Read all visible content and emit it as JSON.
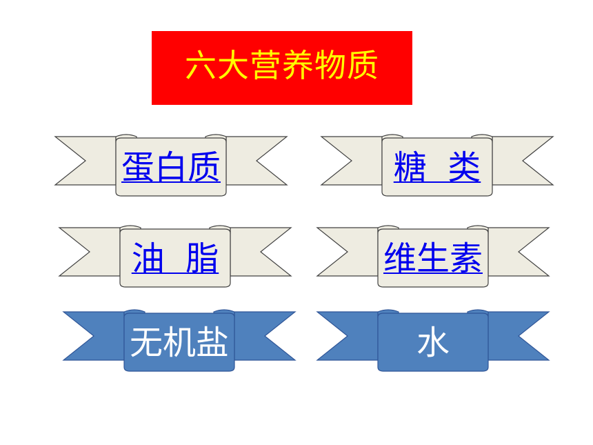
{
  "title": "六大营养物质",
  "colors": {
    "title_bg": "#ff0000",
    "title_text": "#ffff00",
    "ribbon_light": "#eeece1",
    "ribbon_blue": "#4f81bd",
    "link": "#0000ee"
  },
  "banners": [
    {
      "label": "蛋白质",
      "style": "light",
      "link": true
    },
    {
      "label": "糖  类",
      "style": "light",
      "link": true
    },
    {
      "label": "油  脂",
      "style": "light",
      "link": true
    },
    {
      "label": "维生素",
      "style": "light",
      "link": true
    },
    {
      "label": "无机盐",
      "style": "blue",
      "link": false
    },
    {
      "label": "水",
      "style": "blue",
      "link": false
    }
  ]
}
